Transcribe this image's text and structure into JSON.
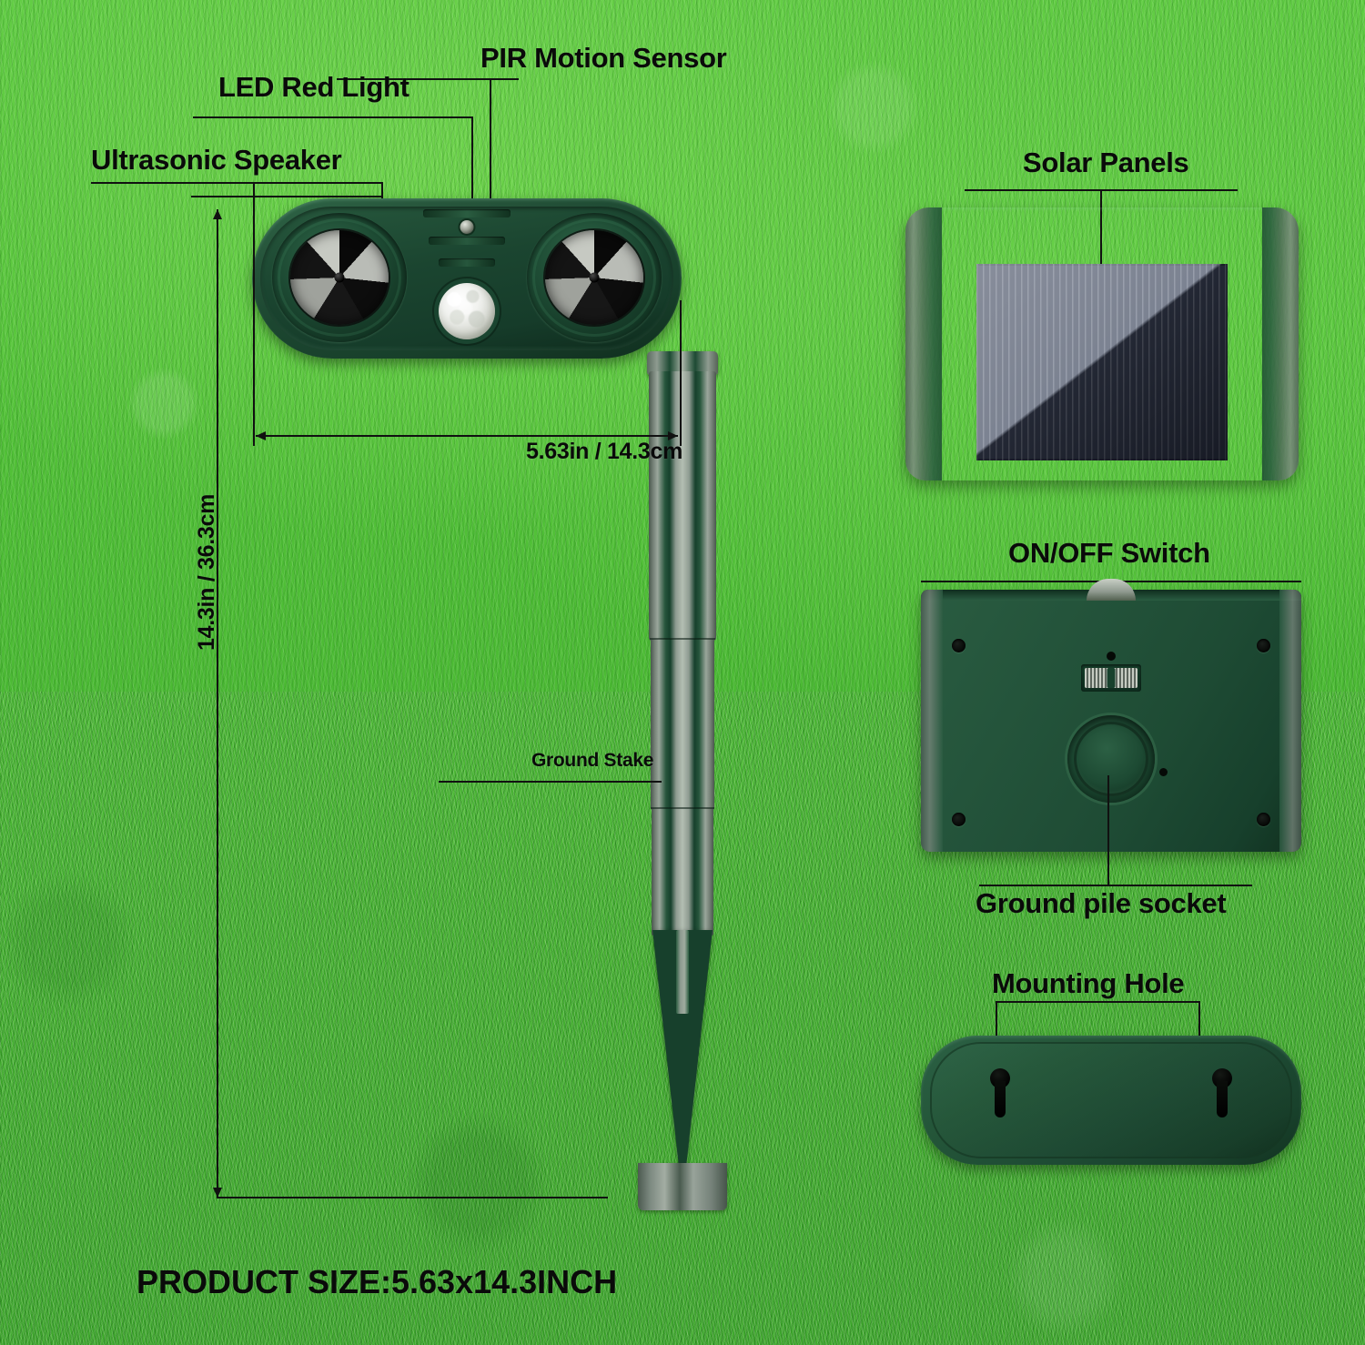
{
  "scene": {
    "background": "grass-lawn",
    "grass_color_light": "#5fcb42",
    "grass_color_dark": "#3fa92d"
  },
  "product": {
    "body_color": "#1d4a33",
    "footer_caption": "PRODUCT SIZE:5.63x14.3INCH"
  },
  "callouts": {
    "ultrasonic_speaker": "Ultrasonic Speaker",
    "led_red_light": "LED Red Light",
    "pir_motion_sensor": "PIR Motion Sensor",
    "ground_stake": "Ground Stake",
    "solar_panels": "Solar Panels",
    "on_off_switch": "ON/OFF Switch",
    "ground_pile_socket": "Ground pile socket",
    "mounting_hole": "Mounting Hole"
  },
  "dimensions": {
    "width_label": "5.63in / 14.3cm",
    "height_label": "14.3in / 36.3cm",
    "width_in": 5.63,
    "width_cm": 14.3,
    "height_in": 14.3,
    "height_cm": 36.3
  }
}
